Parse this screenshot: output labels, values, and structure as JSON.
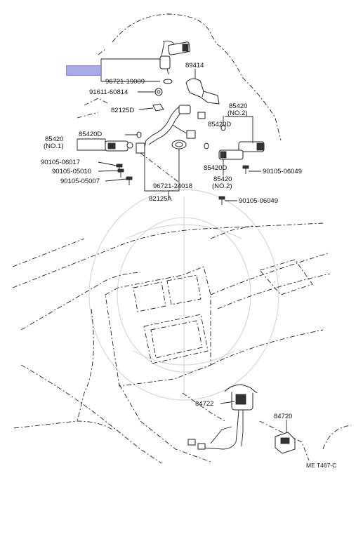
{
  "diagram": {
    "highlight_color": "#a9a9e8",
    "labels": {
      "p96721_19009": "96721-19009",
      "p89414": "89414",
      "p91611_60814": "91611-60814",
      "p82125d": "82125D",
      "p85420_no2_top_a": "85420",
      "p85420_no2_top_b": "(NO.2)",
      "p85420d_right": "85420D",
      "p85420_no1_a": "85420",
      "p85420_no1_b": "(NO.1)",
      "p85420d_left": "85420D",
      "p90105_06017": "90105-06017",
      "p90105_05010": "90105-05010",
      "p90105_05007": "90105-05007",
      "p85420d_mid": "85420D",
      "p90105_06049_a": "90105-06049",
      "p85420_no2_bot_a": "85420",
      "p85420_no2_bot_b": "(NO.2)",
      "p96721_24018": "96721-24018",
      "p90105_06049_b": "90105-06049",
      "p82125a": "82125A",
      "p84722": "84722",
      "p84720": "84720",
      "code": "ME T467-C"
    }
  }
}
